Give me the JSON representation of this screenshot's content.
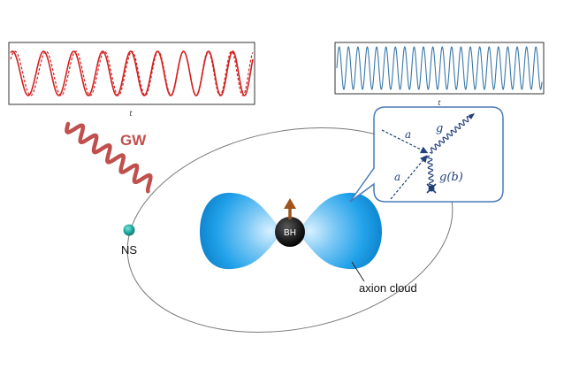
{
  "colors": {
    "gw_signal": "#d42020",
    "axion_signal": "#3a78a8",
    "gw_wave": "#c0504d",
    "gw_label": "#c0504d",
    "cloud_blue": "#1aa0e8",
    "black_hole": "#1c1c1c",
    "spin_arrow": "#a0521a",
    "neutron_star": "#1a9e96",
    "bubble_border": "#4a7ab8",
    "feynman_line": "#1e3f78",
    "orbit": "#777777"
  },
  "gw_panel": {
    "axis_label": "t"
  },
  "axion_panel": {
    "axis_label": "t"
  },
  "labels": {
    "gw": "GW",
    "ns": "NS",
    "bh": "BH",
    "axion_cloud": "axion cloud"
  },
  "feynman": {
    "a_top": "a",
    "a_bottom": "a",
    "g": "g",
    "g_b": "g(b)"
  },
  "icons": {
    "neutron_star": "sphere-icon",
    "black_hole": "sphere-icon",
    "spin": "arrow-up-icon"
  }
}
